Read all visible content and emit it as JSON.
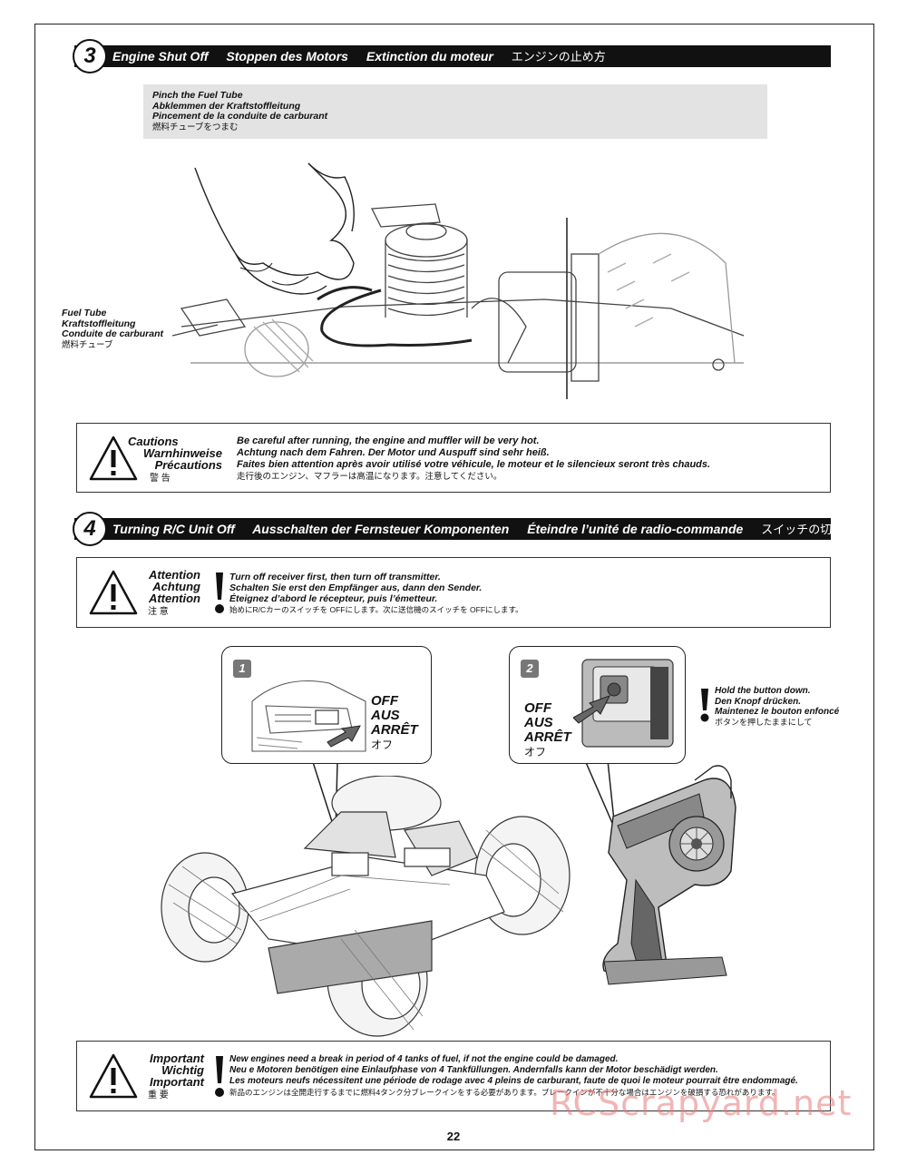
{
  "section3": {
    "number": "3",
    "title_en": "Engine Shut Off",
    "title_de": "Stoppen des Motors",
    "title_fr": "Extinction du moteur",
    "title_jp": "エンジンの止め方"
  },
  "pinch": {
    "en": "Pinch the Fuel Tube",
    "de": "Abklemmen der Kraftstoffleitung",
    "fr": "Pincement de la conduite de carburant",
    "jp": "燃料チューブをつまむ"
  },
  "fuel_tube": {
    "en": "Fuel Tube",
    "de": "Kraftstoffleitung",
    "fr": "Conduite de carburant",
    "jp": "燃料チューブ"
  },
  "cautions": {
    "title_en": "Cautions",
    "title_de": "Warnhinweise",
    "title_fr": "Précautions",
    "title_jp": "警 告",
    "en": "Be careful after running, the engine and muffler will be very hot.",
    "de": "Achtung nach dem Fahren. Der Motor und Auspuff sind sehr heiß.",
    "fr": "Faites bien attention après avoir utilisé votre véhicule, le moteur et le silencieux seront très chauds.",
    "jp": "走行後のエンジン、マフラーは高温になります。注意してください。"
  },
  "section4": {
    "number": "4",
    "title_en": "Turning R/C Unit Off",
    "title_de": "Ausschalten der Fernsteuer Komponenten",
    "title_fr": "Éteindre l’unité de radio-commande",
    "title_jp": "スイッチの切り方"
  },
  "attention": {
    "title_en": "Attention",
    "title_de": "Achtung",
    "title_fr": "Attention",
    "title_jp": "注 意",
    "en": "Turn off receiver first, then turn off transmitter.",
    "de": "Schalten Sie erst den Empfänger aus, dann den Sender.",
    "fr": "Éteignez d’abord le récepteur, puis l’émetteur.",
    "jp": "始めにR/Cカーのスイッチを OFFにします。次に送信機のスイッチを OFFにします。"
  },
  "step1": {
    "number": "1",
    "off_en": "OFF",
    "off_de": "AUS",
    "off_fr": "ARRÊT",
    "off_jp": "オフ"
  },
  "step2": {
    "number": "2",
    "off_en": "OFF",
    "off_de": "AUS",
    "off_fr": "ARRÊT",
    "off_jp": "オフ"
  },
  "hold": {
    "en": "Hold the button down.",
    "de": "Den Knopf drücken.",
    "fr": "Maintenez le bouton enfoncé",
    "jp": "ボタンを押したままにして"
  },
  "important": {
    "title_en": "Important",
    "title_de": "Wichtig",
    "title_fr": "Important",
    "title_jp": "重 要",
    "en": "New engines need a break in period of 4 tanks of fuel, if not the engine could be damaged.",
    "de": "Neu e Motoren benötigen eine Einlaufphase von 4 Tankfüllungen. Andernfalls kann der Motor beschädigt werden.",
    "fr": "Les moteurs neufs nécessitent une période de rodage avec 4 pleins de carburant, faute de quoi le moteur pourrait être endommagé.",
    "jp": "新品のエンジンは全開走行するまでに燃料4タンク分ブレークインをする必要があります。ブレークインが不十分な場合はエンジンを破損する恐れがあります。"
  },
  "page_number": "22",
  "watermark": "RCScrapyard.net"
}
